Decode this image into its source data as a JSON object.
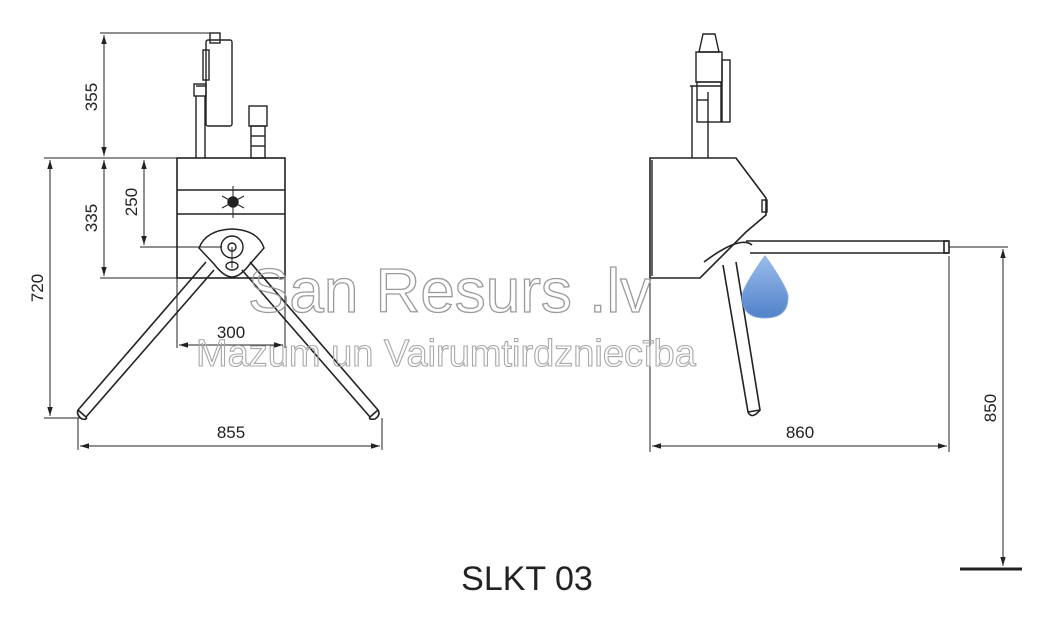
{
  "diagram": {
    "title": "SLKT 03",
    "front_view": {
      "dims": {
        "top_height": "355",
        "body_height": "335",
        "pivot_height": "250",
        "total_height": "720",
        "body_width": "300",
        "total_width": "855"
      }
    },
    "side_view": {
      "dims": {
        "total_depth": "860",
        "arm_height": "850"
      }
    }
  },
  "watermark": {
    "brand": "San Resurs .lv",
    "tagline": "Mazum un Vairumtirdzniecība",
    "drop_color": "#5b8fd6"
  },
  "colors": {
    "line": "#222222",
    "watermark_text": "#9a9a9a"
  }
}
